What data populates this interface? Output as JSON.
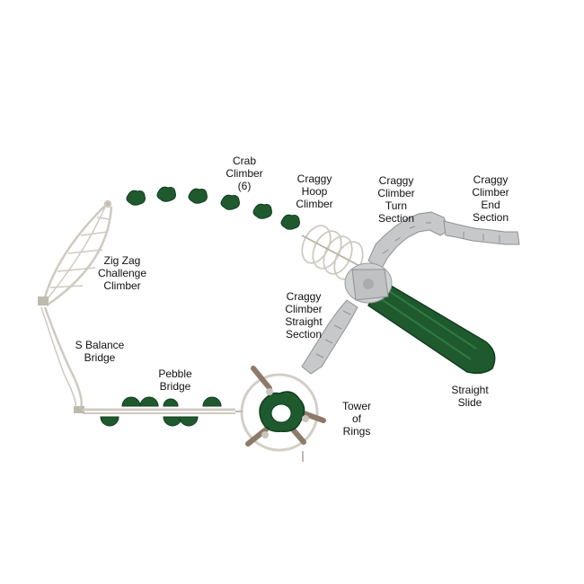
{
  "labels": {
    "crab_climber": [
      "Crab",
      "Climber",
      "(6)"
    ],
    "craggy_hoop_climber": [
      "Craggy",
      "Hoop",
      "Climber"
    ],
    "craggy_climber_turn_section": [
      "Craggy",
      "Climber",
      "Turn",
      "Section"
    ],
    "craggy_climber_end_section": [
      "Craggy",
      "Climber",
      "End",
      "Section"
    ],
    "zig_zag_challenge_climber": [
      "Zig Zag",
      "Challenge",
      "Climber"
    ],
    "craggy_climber_straight_section": [
      "Craggy",
      "Climber",
      "Straight",
      "Section"
    ],
    "s_balance_bridge": [
      "S Balance",
      "Bridge"
    ],
    "pebble_bridge": [
      "Pebble",
      "Bridge"
    ],
    "straight_slide": [
      "Straight",
      "Slide"
    ],
    "tower_of_rings": [
      "Tower",
      "of",
      "Rings"
    ]
  },
  "colors": {
    "green": "#1f5a2e",
    "green_dark": "#123d1e",
    "frame": "#d9d5cc",
    "frame_dark": "#a9a59d",
    "rock": "#c6c8c9",
    "rock_dark": "#8e9193"
  }
}
